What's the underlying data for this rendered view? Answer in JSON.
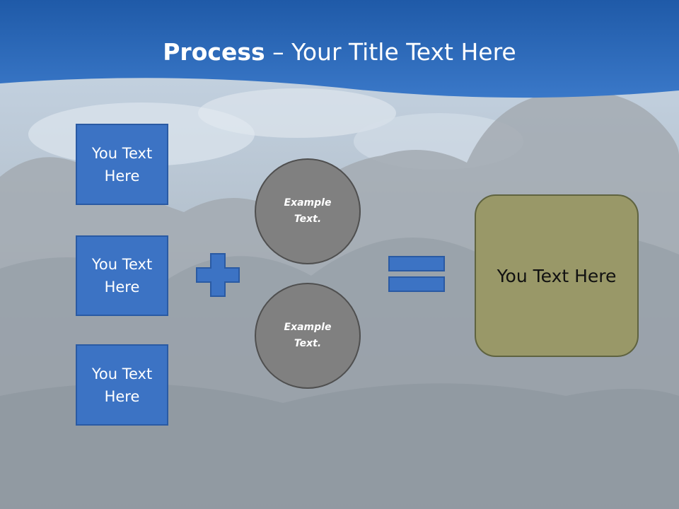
{
  "title": {
    "bold": "Process",
    "rest": " – Your Title Text Here"
  },
  "inputs": [
    {
      "label": "You Text Here"
    },
    {
      "label": "You Text Here"
    },
    {
      "label": "You Text Here"
    }
  ],
  "circles": [
    {
      "label": "Example Text."
    },
    {
      "label": "Example Text."
    }
  ],
  "result": {
    "label": "You Text Here"
  },
  "operators": {
    "plus": "plus-sign",
    "equals": "equals-sign"
  },
  "colors": {
    "header": "#2f6cc0",
    "box_fill": "#3c73c4",
    "circle_fill": "#808080",
    "result_fill": "#999868"
  }
}
